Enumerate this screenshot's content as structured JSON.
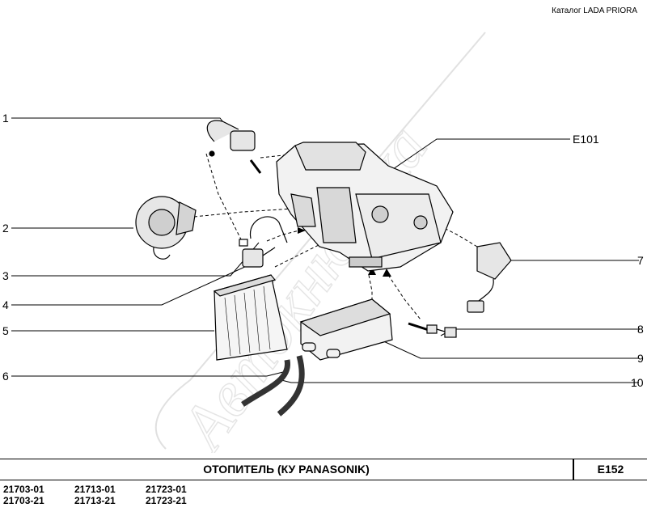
{
  "header": {
    "catalog": "Каталог  LADA PRIORA"
  },
  "watermark": {
    "text": "Автокнюбука"
  },
  "callouts": [
    {
      "id": "1",
      "label": "1"
    },
    {
      "id": "2",
      "label": "2"
    },
    {
      "id": "3",
      "label": "3"
    },
    {
      "id": "4",
      "label": "4"
    },
    {
      "id": "5",
      "label": "5"
    },
    {
      "id": "6",
      "label": "6"
    },
    {
      "id": "e101",
      "label": "E101"
    },
    {
      "id": "7",
      "label": "7"
    },
    {
      "id": "8",
      "label": "8"
    },
    {
      "id": "9",
      "label": "9"
    },
    {
      "id": "10",
      "label": "10"
    }
  ],
  "footer": {
    "title": "ОТОПИТЕЛЬ (КУ PANASONIK)",
    "code": "E152",
    "models": [
      [
        "21703-01",
        "21703-21"
      ],
      [
        "21713-01",
        "21713-21"
      ],
      [
        "21723-01",
        "21723-21"
      ]
    ]
  }
}
